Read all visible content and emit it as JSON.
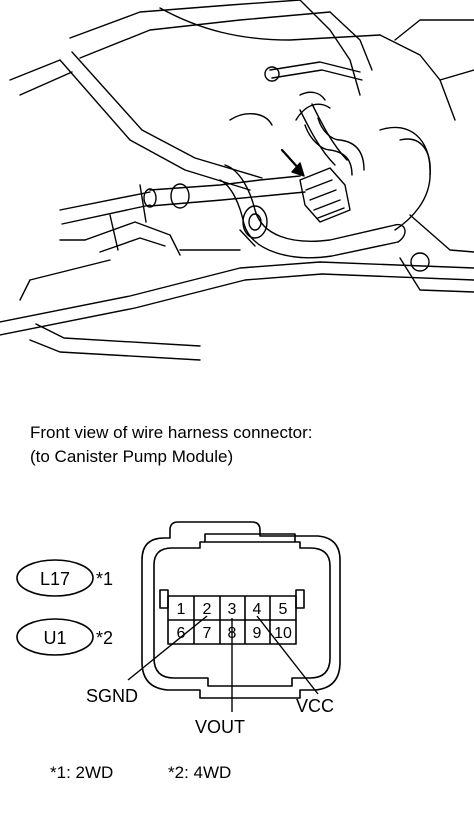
{
  "caption": {
    "line1": "Front view of wire harness connector:",
    "line2": "(to Canister Pump Module)"
  },
  "connector_codes": [
    {
      "code": "L17",
      "note": "*1"
    },
    {
      "code": "U1",
      "note": "*2"
    }
  ],
  "pins_top": [
    "1",
    "2",
    "3",
    "4",
    "5"
  ],
  "pins_bottom": [
    "6",
    "7",
    "8",
    "9",
    "10"
  ],
  "signals": {
    "sgnd": "SGND",
    "vout": "VOUT",
    "vcc": "VCC"
  },
  "footnotes": {
    "n1": "*1: 2WD",
    "n2": "*2: 4WD"
  }
}
